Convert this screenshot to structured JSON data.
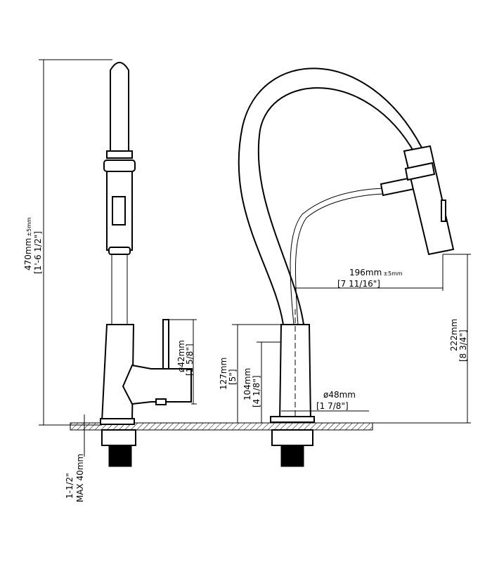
{
  "drawing": {
    "overall_height": {
      "mm": "470mm",
      "tol": "±5mm",
      "inch": "[1'-6 1/2\"]"
    },
    "reach": {
      "mm": "196mm",
      "tol": "±5mm",
      "inch": "[7 11/16\"]"
    },
    "spout_height": {
      "mm": "222mm",
      "inch": "[8 3/4\"]"
    },
    "base_diameter": {
      "mm": "ø48mm",
      "inch": "[1 7/8\"]"
    },
    "body_height": {
      "mm": "127mm",
      "inch": "[5\"]"
    },
    "handle_height": {
      "mm": "104mm",
      "inch": "[4 1/8\"]"
    },
    "handle_diameter": {
      "mm": "ø42mm",
      "inch": "[1 5/8\"]"
    },
    "deck_thickness": {
      "inch": "1-1/2\"",
      "mm": "MAX 40mm"
    }
  }
}
